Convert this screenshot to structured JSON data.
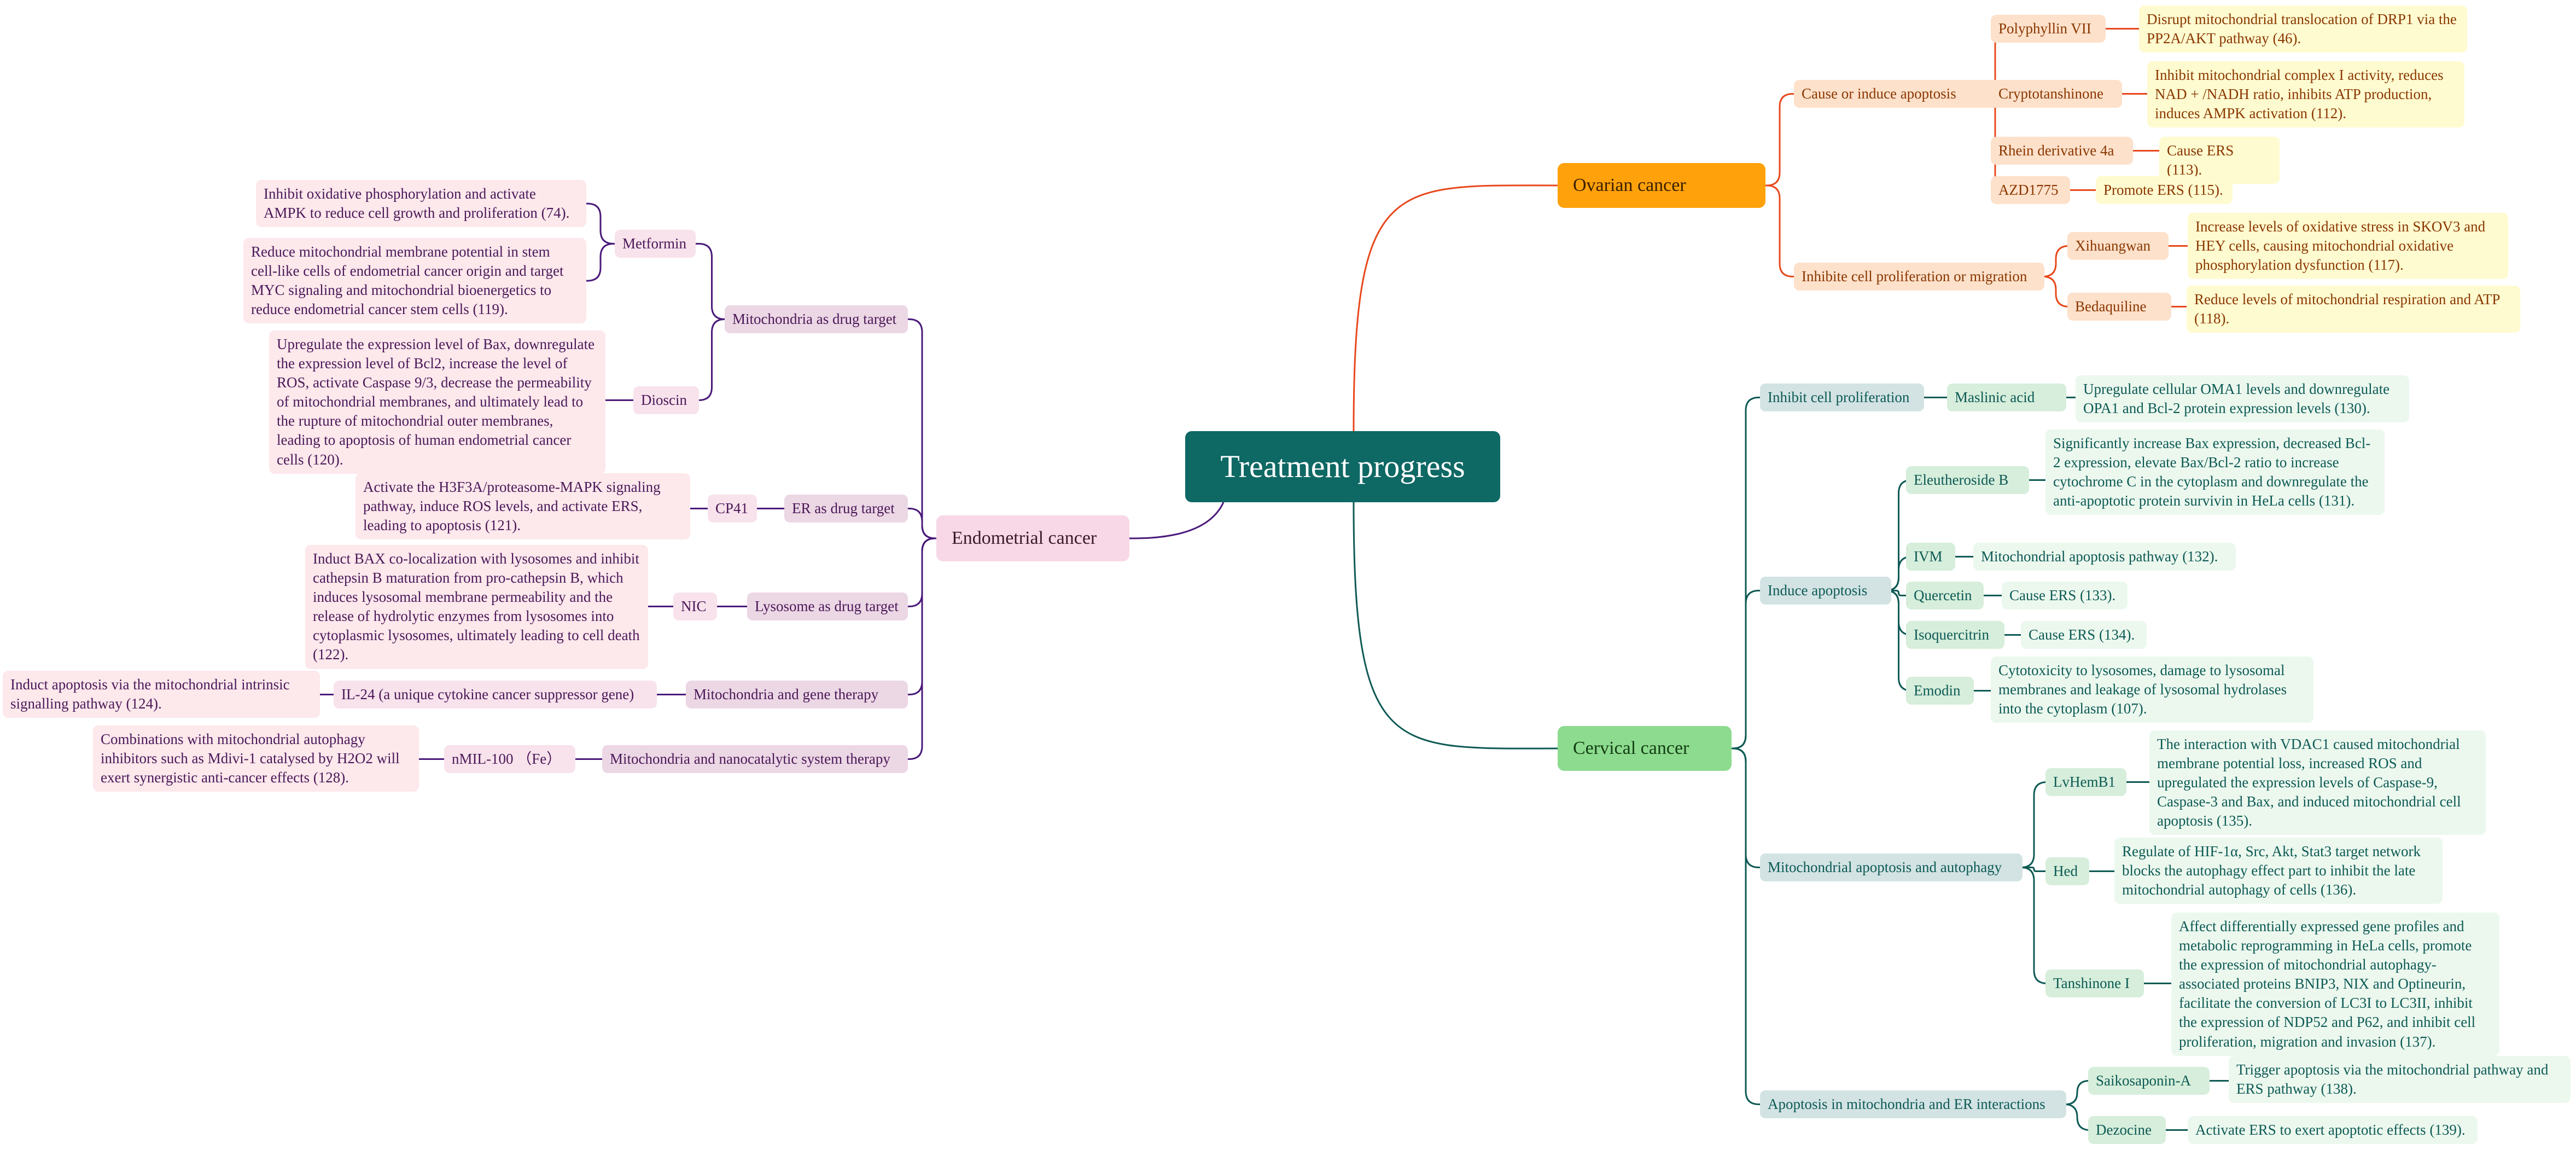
{
  "root": {
    "label": "Treatment progress"
  },
  "ovarian": {
    "label": "Ovarian cancer",
    "branches": [
      {
        "label": "Cause or induce apoptosis",
        "items": [
          {
            "drug": "Polyphyllin VII",
            "effect": "Disrupt mitochondrial translocation of DRP1 via the PP2A/AKT pathway (46)."
          },
          {
            "drug": "Cryptotanshinone",
            "effect": "Inhibit mitochondrial complex I activity, reduces NAD + /NADH ratio, inhibits ATP production, induces AMPK activation (112)."
          },
          {
            "drug": "Rhein derivative 4a",
            "effect": "Cause ERS (113)."
          },
          {
            "drug": "AZD1775",
            "effect": "Promote ERS (115)."
          }
        ]
      },
      {
        "label": "Inhibite cell proliferation or migration",
        "items": [
          {
            "drug": "Xihuangwan",
            "effect": "Increase levels of oxidative stress in SKOV3 and HEY cells, causing mitochondrial oxidative phosphorylation dysfunction (117)."
          },
          {
            "drug": "Bedaquiline",
            "effect": "Reduce levels of mitochondrial respiration and ATP (118)."
          }
        ]
      }
    ]
  },
  "cervical": {
    "label": "Cervical cancer",
    "branches": [
      {
        "label": "Inhibit cell proliferation",
        "items": [
          {
            "drug": "Maslinic acid",
            "effect": "Upregulate cellular OMA1 levels and downregulate OPA1 and Bcl-2 protein expression levels (130)."
          }
        ]
      },
      {
        "label": "Induce apoptosis",
        "items": [
          {
            "drug": "Eleutheroside B",
            "effect": "Significantly increase Bax expression, decreased Bcl-2 expression, elevate Bax/Bcl-2 ratio to increase cytochrome C in the cytoplasm and downregulate the anti-apoptotic protein survivin in HeLa cells (131)."
          },
          {
            "drug": "IVM",
            "effect": "Mitochondrial apoptosis pathway (132)."
          },
          {
            "drug": "Quercetin",
            "effect": "Cause ERS (133)."
          },
          {
            "drug": "Isoquercitrin",
            "effect": "Cause ERS (134)."
          },
          {
            "drug": "Emodin",
            "effect": "Cytotoxicity to lysosomes, damage to lysosomal membranes and leakage of lysosomal hydrolases into the cytoplasm (107)."
          }
        ]
      },
      {
        "label": "Mitochondrial apoptosis and autophagy",
        "items": [
          {
            "drug": "LvHemB1",
            "effect": "The interaction with VDAC1 caused mitochondrial membrane potential loss, increased ROS and upregulated the expression levels of Caspase-9, Caspase-3 and Bax, and induced mitochondrial cell apoptosis (135)."
          },
          {
            "drug": "Hed",
            "effect": "Regulate of HIF-1α, Src, Akt, Stat3 target network blocks the autophagy effect part to inhibit the late mitochondrial autophagy of cells (136)."
          },
          {
            "drug": "Tanshinone I",
            "effect": "Affect differentially expressed gene profiles and metabolic reprogramming in HeLa cells, promote the expression of mitochondrial autophagy-associated proteins BNIP3, NIX and Optineurin, facilitate the conversion of LC3I to LC3II, inhibit the expression of NDP52 and P62, and inhibit cell proliferation, migration and invasion (137)."
          }
        ]
      },
      {
        "label": "Apoptosis in mitochondria and ER interactions",
        "items": [
          {
            "drug": "Saikosaponin-A",
            "effect": "Trigger apoptosis via the mitochondrial pathway and ERS pathway (138)."
          },
          {
            "drug": "Dezocine",
            "effect": "Activate ERS to exert apoptotic effects (139)."
          }
        ]
      }
    ]
  },
  "endometrial": {
    "label": "Endometrial cancer",
    "branches": [
      {
        "label": "Mitochondria as drug target",
        "items": [
          {
            "drug": "Metformin",
            "effects": [
              "Inhibit oxidative phosphorylation and activate AMPK to reduce cell growth and proliferation (74).",
              "Reduce mitochondrial membrane potential in stem cell-like cells of endometrial cancer origin and target MYC signaling and mitochondrial bioenergetics to reduce endometrial cancer stem cells (119)."
            ]
          },
          {
            "drug": "Dioscin",
            "effects": [
              "Upregulate the expression level of Bax, downregulate the expression level of Bcl2, increase the level of ROS, activate Caspase 9/3, decrease the permeability of mitochondrial membranes, and ultimately lead to the rupture of mitochondrial outer membranes, leading to apoptosis of human endometrial cancer cells (120)."
            ]
          }
        ]
      },
      {
        "label": "ER as drug target",
        "items": [
          {
            "drug": "CP41",
            "effects": [
              "Activate the H3F3A/proteasome-MAPK signaling pathway, induce ROS levels, and activate ERS, leading to apoptosis (121)."
            ]
          }
        ]
      },
      {
        "label": "Lysosome as drug target",
        "items": [
          {
            "drug": "NIC",
            "effects": [
              "Induct BAX co-localization with lysosomes and inhibit cathepsin B maturation from pro-cathepsin B, which induces lysosomal membrane permeability and the release of hydrolytic enzymes from lysosomes into cytoplasmic lysosomes, ultimately leading to cell death (122)."
            ]
          }
        ]
      },
      {
        "label": "Mitochondria and gene therapy",
        "items": [
          {
            "drug": "IL-24 (a unique cytokine cancer suppressor gene)",
            "effects": [
              "Induct apoptosis via the mitochondrial intrinsic signalling pathway (124)."
            ]
          }
        ]
      },
      {
        "label": "Mitochondria and nanocatalytic system therapy",
        "items": [
          {
            "drug": "nMIL-100 （Fe）",
            "effects": [
              "Combinations with mitochondrial autophagy inhibitors such as Mdivi-1 catalysed by H2O2 will exert synergistic anti-cancer effects (128)."
            ]
          }
        ]
      }
    ]
  },
  "colors": {
    "ovarian_line": "#e8481c",
    "cervical_line": "#0e5a55",
    "endometrial_line": "#4a1a7a"
  }
}
